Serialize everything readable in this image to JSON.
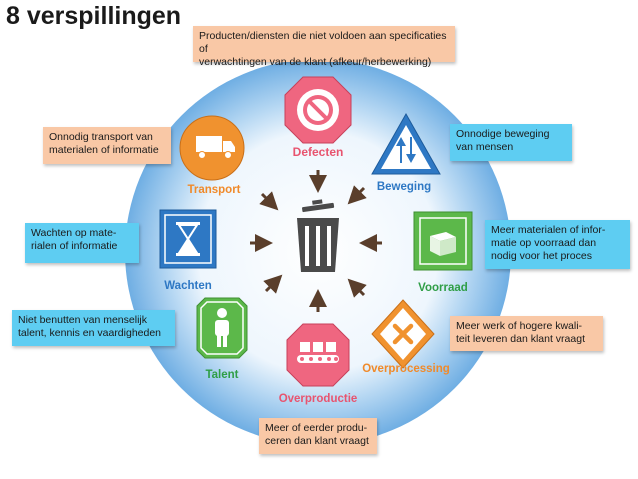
{
  "title": "8 verspillingen",
  "colors": {
    "orange_box": "#f9c8a6",
    "blue_box": "#5ecdf2",
    "circle": "#7fb6e6",
    "label_orange": "#f08a2a",
    "label_blue": "#2e78c4",
    "label_green": "#2f9e46",
    "label_pink": "#e8546f"
  },
  "center": {
    "icon": "trash-bin-icon"
  },
  "wastes": [
    {
      "key": "defecten",
      "label": "Defecten",
      "icon": "prohibited-sign-icon",
      "color": "#e8546f",
      "description": "Producten/diensten die niet voldoen aan specificaties of\nverwachtingen van de klant (afkeur/herbewerking)"
    },
    {
      "key": "beweging",
      "label": "Beweging",
      "icon": "two-way-arrows-sign-icon",
      "color": "#2e78c4",
      "description": "Onnodige beweging\nvan mensen"
    },
    {
      "key": "voorraad",
      "label": "Voorraad",
      "icon": "boxes-icon",
      "color": "#2f9e46",
      "description": "Meer materialen of infor-\nmatie op voorraad dan\nnodig voor het proces"
    },
    {
      "key": "overprocessing",
      "label": "Overprocessing",
      "icon": "x-warning-sign-icon",
      "color": "#f08a2a",
      "description": "Meer werk of hogere kwali-\nteit leveren dan klant vraagt"
    },
    {
      "key": "overproductie",
      "label": "Overproductie",
      "icon": "conveyor-belt-icon",
      "color": "#e8546f",
      "description": "Meer of eerder produ-\nceren dan klant vraagt"
    },
    {
      "key": "talent",
      "label": "Talent",
      "icon": "person-icon",
      "color": "#2f9e46",
      "description": "Niet benutten van menselijk\ntalent, kennis en vaardigheden"
    },
    {
      "key": "wachten",
      "label": "Wachten",
      "icon": "hourglass-icon",
      "color": "#2e78c4",
      "description": "Wachten op mate-\nrialen of informatie"
    },
    {
      "key": "transport",
      "label": "Transport",
      "icon": "truck-icon",
      "color": "#f08a2a",
      "description": "Onnodig transport  van\nmaterialen of informatie"
    }
  ]
}
